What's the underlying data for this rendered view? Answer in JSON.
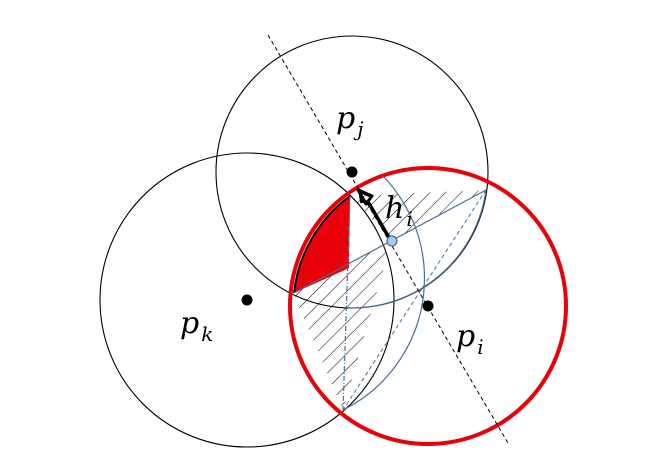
{
  "labels": {
    "pj": {
      "main": "p",
      "sub": "j"
    },
    "pk": {
      "main": "p",
      "sub": "k"
    },
    "pi": {
      "main": "p",
      "sub": "i"
    },
    "hi": {
      "main": "h",
      "sub": "i"
    }
  },
  "colors": {
    "ink": "#000000",
    "highlight": "#e8000b",
    "bisector": "#4a6f9a",
    "point_fill": "#a9c8ea"
  }
}
